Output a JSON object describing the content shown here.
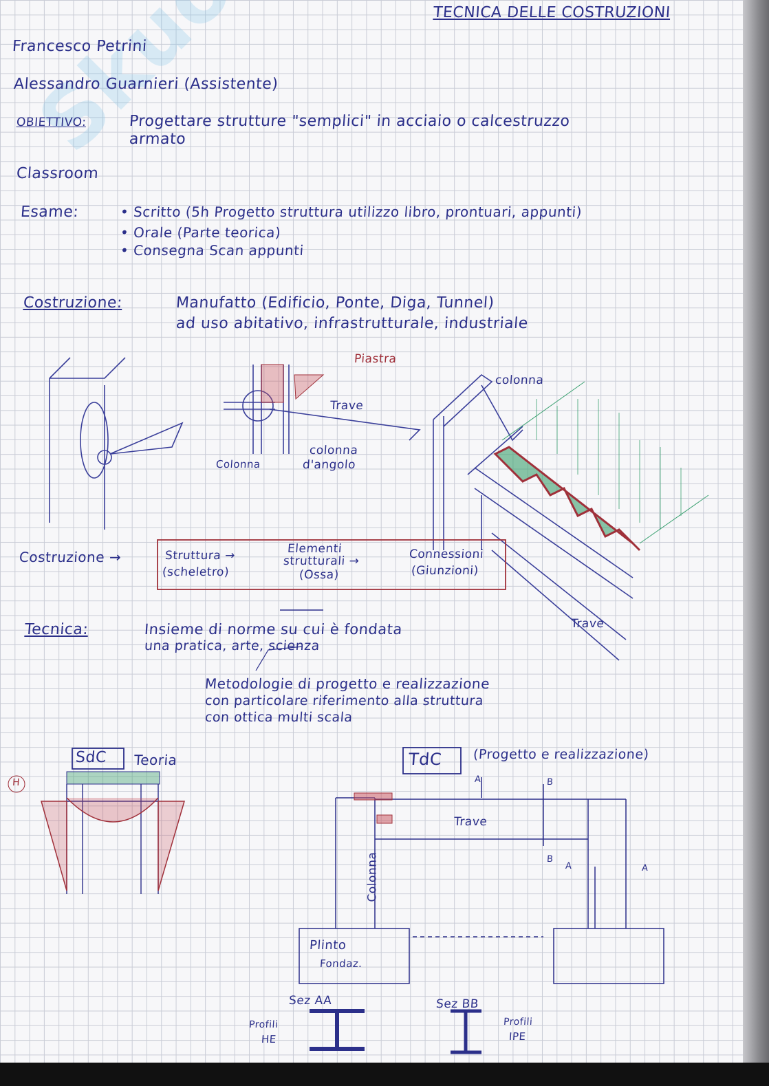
{
  "header": {
    "title": "TECNICA DELLE COSTRUZIONI"
  },
  "watermark": "Skuola.net",
  "lines": {
    "prof": "Francesco Petrini",
    "assistant": "Alessandro Guarnieri (Assistente)",
    "objective_label": "OBIETTIVO:",
    "objective_1": "Progettare strutture \"semplici\" in acciaio o calcestruzzo",
    "objective_2": "armato",
    "classroom": "Classroom",
    "exam_label": "Esame:",
    "exam_1": "• Scritto (5h Progetto struttura utilizzo libro, prontuari, appunti)",
    "exam_2": "• Orale (Parte teorica)",
    "exam_3": "• Consegna Scan appunti",
    "construction_label": "Costruzione:",
    "construction_1": "Manufatto (Edificio, Ponte, Diga, Tunnel)",
    "construction_2": "ad uso abitativo, infrastrutturale, industriale"
  },
  "diagram1": {
    "piastra": "Piastra",
    "trave": "Trave",
    "colonna": "Colonna",
    "colonna_angolo_1": "colonna",
    "colonna_angolo_2": "d'angolo",
    "colonna_iso": "colonna",
    "trave_iso": "Trave"
  },
  "flow": {
    "start": "Costruzione →",
    "step1_a": "Struttura →",
    "step1_b": "(scheletro)",
    "step2_a": "Elementi",
    "step2_b": "strutturali →",
    "step2_c": "(Ossa)",
    "step3_a": "Connessioni",
    "step3_b": "(Giunzioni)"
  },
  "tecnica": {
    "label": "Tecnica:",
    "line1": "Insieme di norme su cui è fondata",
    "line2": "una pratica, arte, scienza",
    "line3": "Metodologie di progetto e realizzazione",
    "line4": "con particolare riferimento alla struttura",
    "line5": "con ottica multi scala"
  },
  "bottom": {
    "sdc": "SdC",
    "teoria": "Teoria",
    "h_mark": "H",
    "tdc": "TdC",
    "tdc_note": "(Progetto e realizzazione)",
    "trave": "Trave",
    "colonna": "Colonna",
    "plinto_1": "Plinto",
    "plinto_2": "Fondaz.",
    "a": "A",
    "b": "B",
    "sez_aa": "Sez AA",
    "sez_bb": "Sez BB",
    "profili_he_1": "Profili",
    "profili_he_2": "HE",
    "profili_ipe_1": "Profili",
    "profili_ipe_2": "IPE"
  }
}
